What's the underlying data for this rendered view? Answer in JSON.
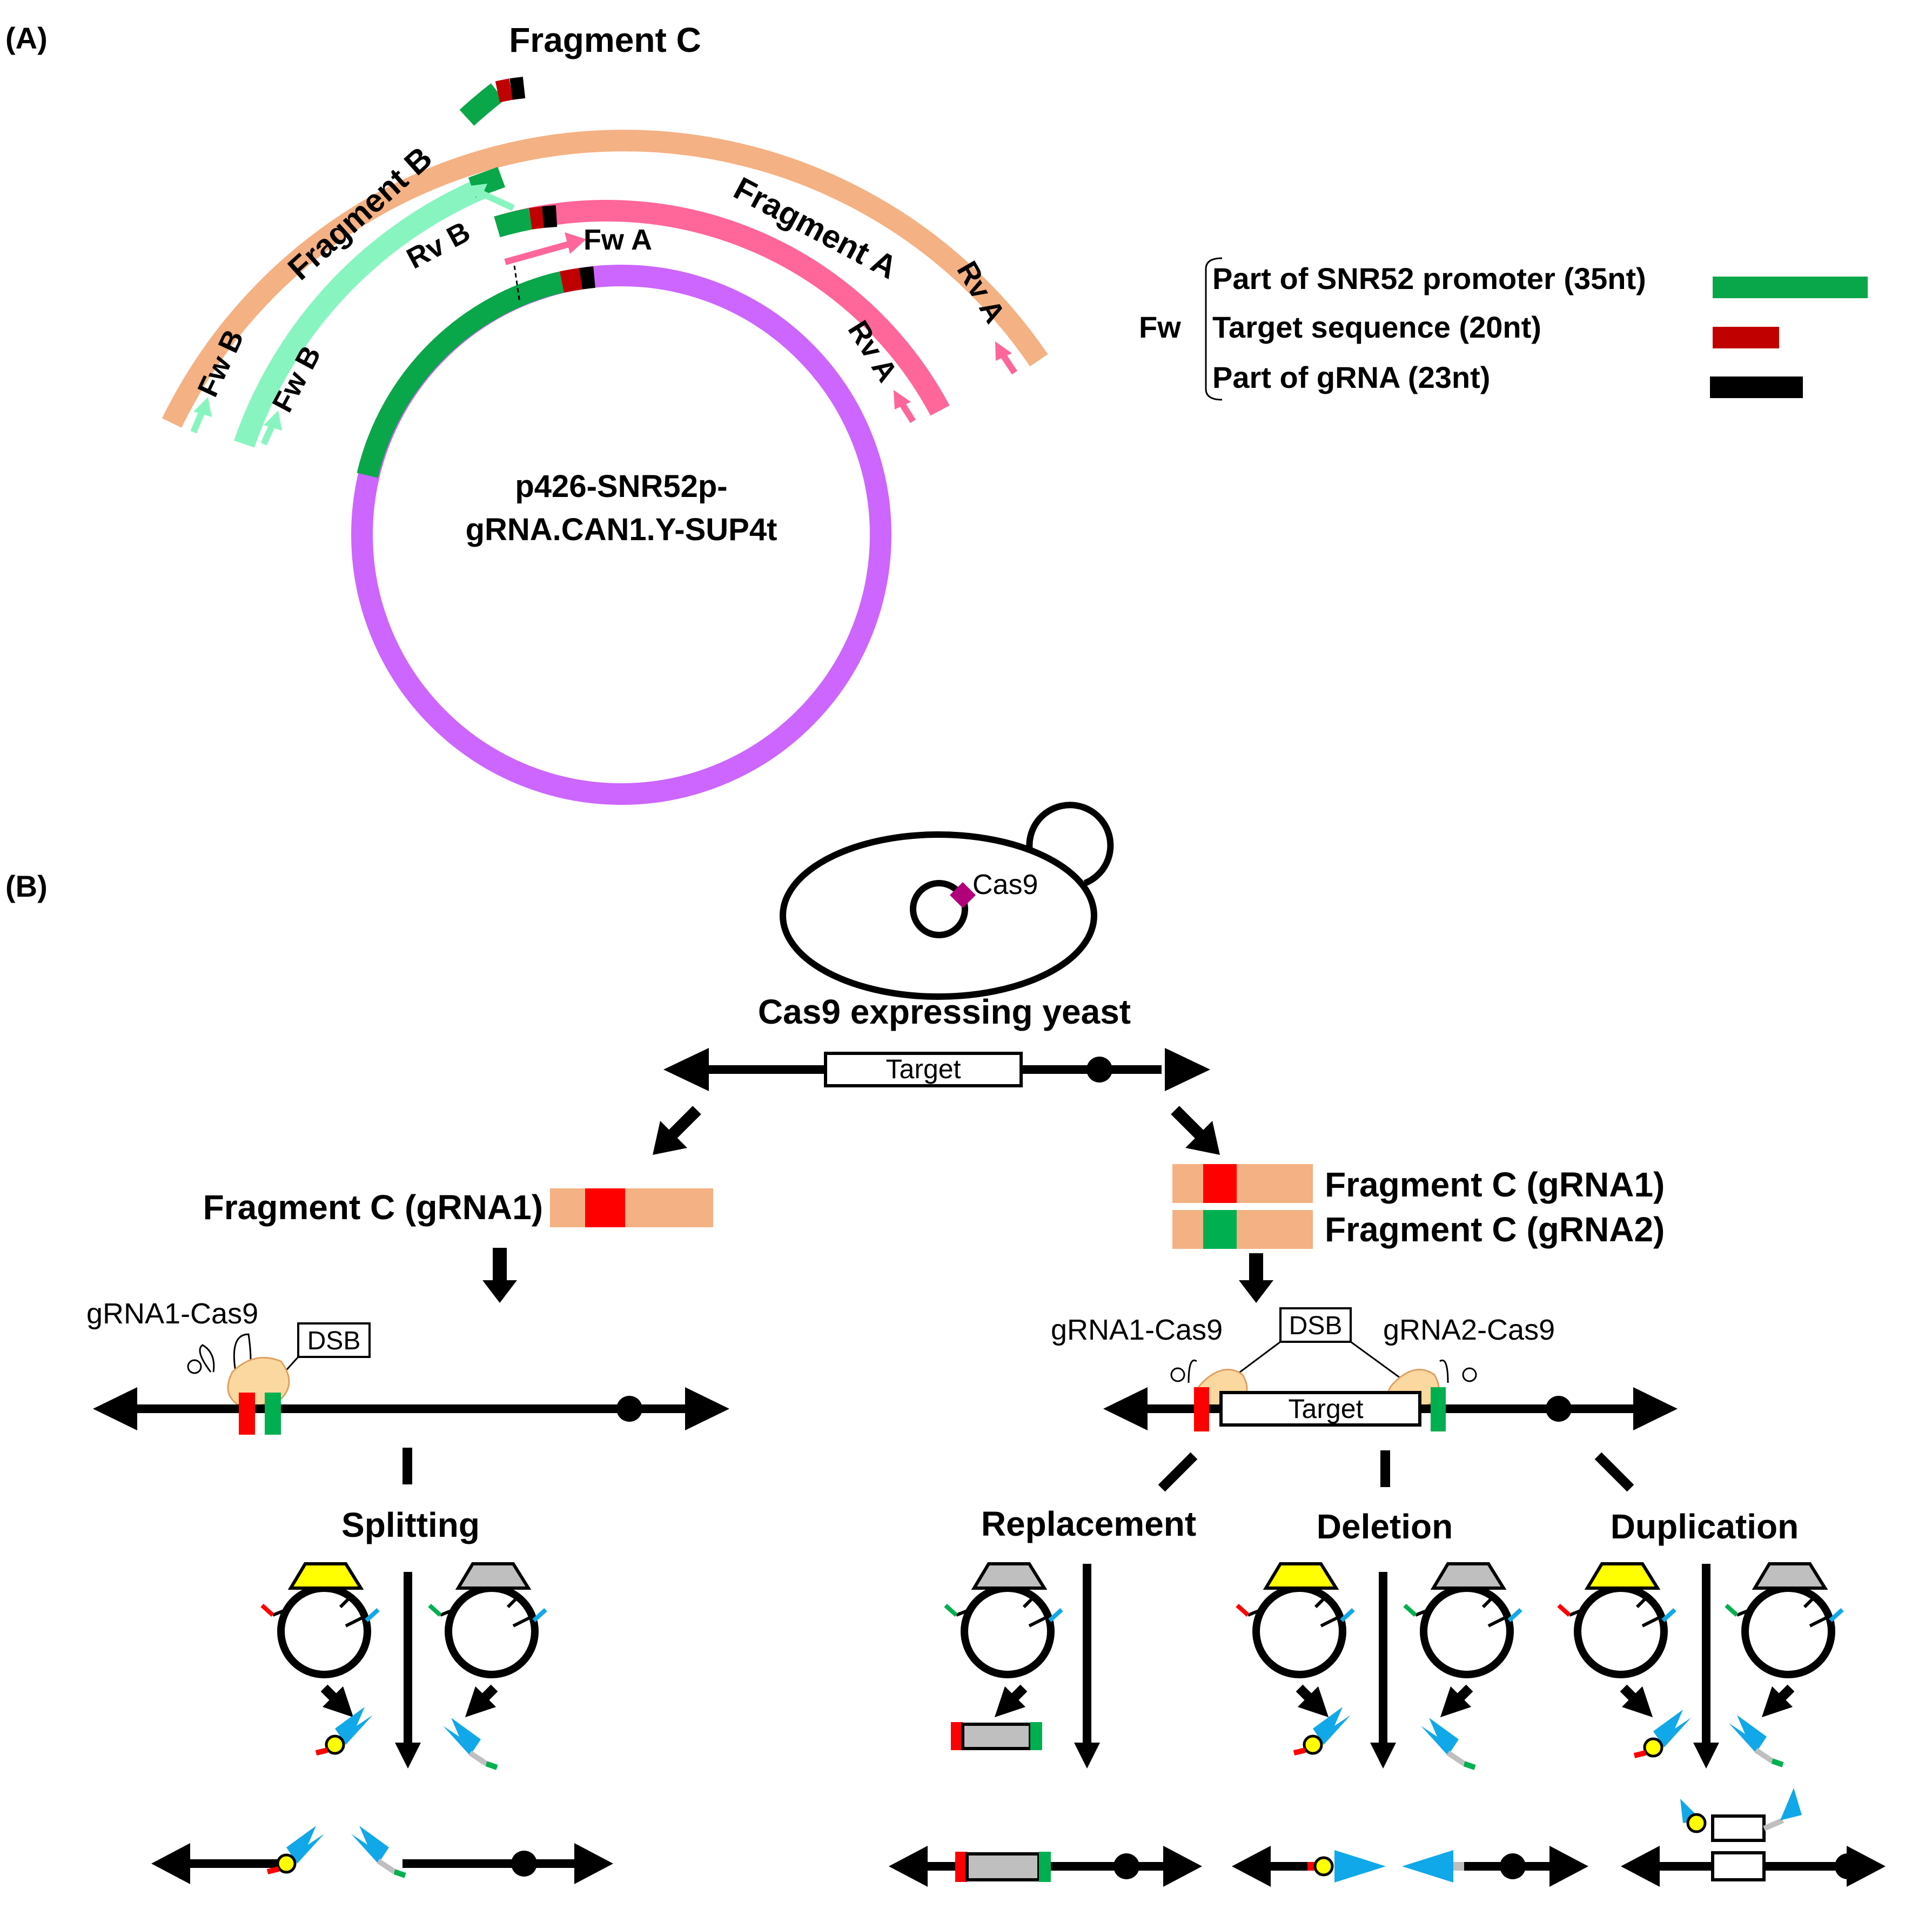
{
  "panel_a": {
    "label": "(A)",
    "fragment_c": "Fragment C",
    "fragment_b": "Fragment B",
    "fragment_a": "Fragment A",
    "fw_b_outer": "Fw B",
    "fw_b_inner": "Fw B",
    "rv_b": "Rv B",
    "fw_a": "Fw A",
    "rv_a_inner": "Rv A",
    "rv_a_outer": "Rv A",
    "plasmid_line1": "p426-SNR52p-",
    "plasmid_line2": "gRNA.CAN1.Y-SUP4t",
    "legend": {
      "fw_label": "Fw",
      "items": [
        {
          "label": "Part of SNR52 promoter (35nt)",
          "color": "#0aa64a"
        },
        {
          "label": "Target sequence (20nt)",
          "color": "#c00000"
        },
        {
          "label": "Part of gRNA (23nt)",
          "color": "#000000"
        }
      ]
    }
  },
  "panel_b": {
    "label": "(B)",
    "cas9": "Cas9",
    "yeast_title": "Cas9 expressing yeast",
    "target": "Target",
    "left": {
      "fragment": "Fragment C (gRNA1)",
      "complex": "gRNA1-Cas9",
      "dsb": "DSB",
      "method": "Splitting"
    },
    "right": {
      "fragment1": "Fragment C (gRNA1)",
      "fragment2": "Fragment C (gRNA2)",
      "complex1": "gRNA1-Cas9",
      "complex2": "gRNA2-Cas9",
      "dsb": "DSB",
      "target": "Target",
      "method1": "Replacement",
      "method2": "Deletion",
      "method3": "Duplication"
    }
  },
  "colors": {
    "fragment_c": "#f4b183",
    "fragment_b": "#88f5c0",
    "fragment_a": "#ff6699",
    "plasmid": "#cc66ff",
    "promoter": "#0aa64a",
    "target_seq": "#c00000",
    "grna": "#000000",
    "cas9_marker": "#b0007a",
    "cut_red": "#ff0000",
    "cut_green": "#00b050",
    "marker_yellow": "#ffff00",
    "marker_gray": "#bfbfbf",
    "arrow_blue": "#10a8e8"
  }
}
